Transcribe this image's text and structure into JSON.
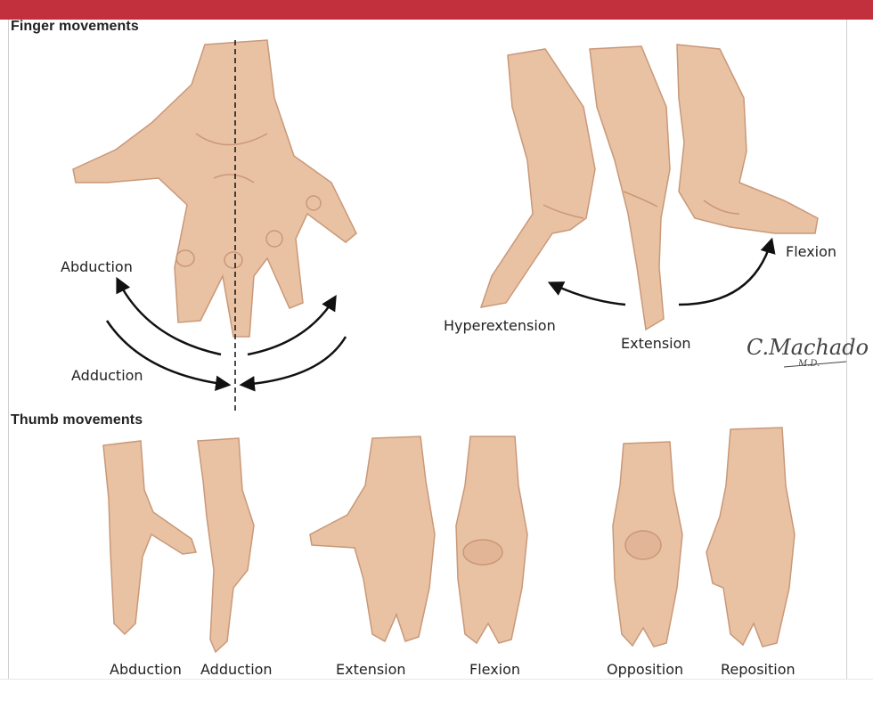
{
  "colors": {
    "banner": "#c22f3d",
    "skin": "#e9c2a4",
    "skin_dark": "#c99878",
    "arrow": "#111111"
  },
  "sections": {
    "finger": {
      "title": "Finger movements",
      "labels": {
        "abduction": "Abduction",
        "adduction": "Adduction",
        "hyperextension": "Hyperextension",
        "extension": "Extension",
        "flexion": "Flexion"
      }
    },
    "thumb": {
      "title": "Thumb movements",
      "labels": [
        "Abduction",
        "Adduction",
        "Extension",
        "Flexion",
        "Opposition",
        "Reposition"
      ]
    }
  },
  "signature": {
    "name": "C.Machado",
    "suffix": "M.D."
  }
}
